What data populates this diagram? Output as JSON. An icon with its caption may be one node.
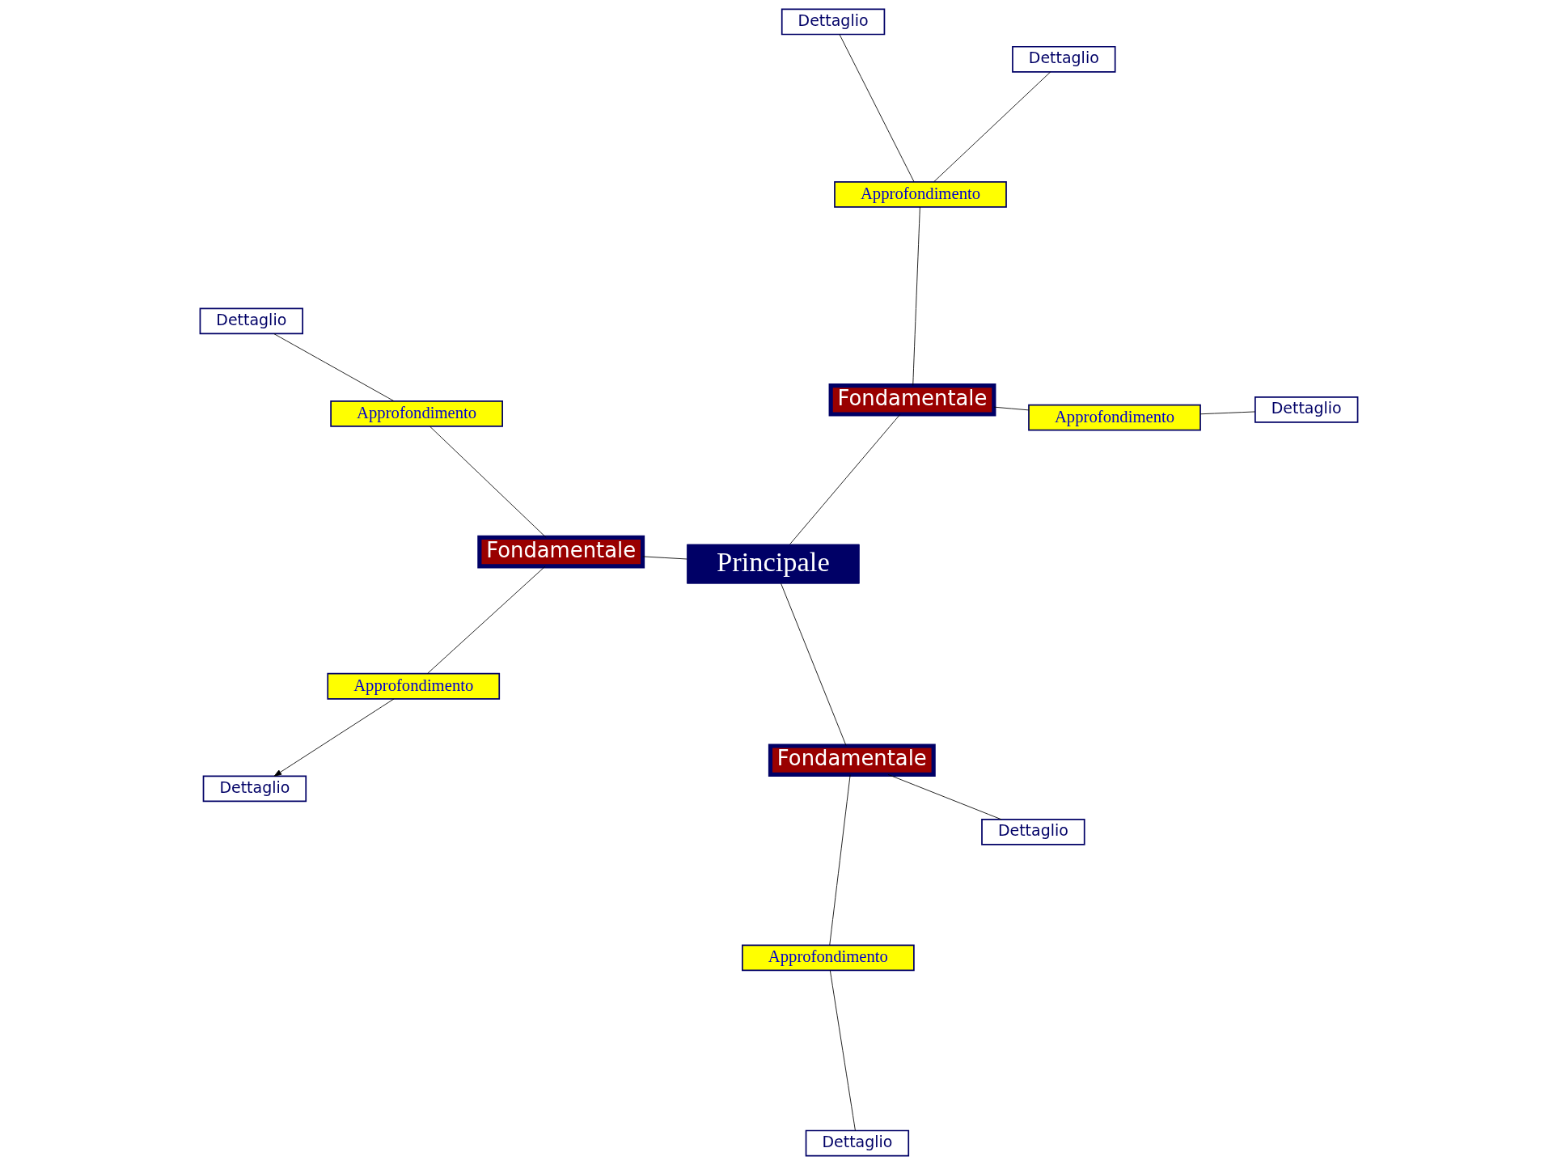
{
  "diagram": {
    "nodes": [
      {
        "text": [
          "Dettaglio"
        ]
      },
      {
        "text": [
          "Principale"
        ]
      },
      {
        "text": [
          "Dettaglio"
        ]
      },
      {
        "text": [
          "Approfondimento"
        ]
      },
      {
        "text": [
          "Fondamentale"
        ]
      },
      {
        "text": [
          "Fondamentale"
        ]
      },
      {
        "text": [
          "Approfondimento"
        ]
      },
      {
        "text": [
          "Approfondimento"
        ]
      },
      {
        "text": [
          "Fondamentale"
        ]
      },
      {
        "text": [
          "Dettaglio"
        ]
      },
      {
        "text": [
          "Dettaglio"
        ]
      },
      {
        "text": [
          "Approfondimento"
        ]
      },
      {
        "text": [
          "Approfondimento"
        ]
      },
      {
        "text": [
          "Dettaglio"
        ]
      },
      {
        "text": [
          "Dettaglio"
        ]
      },
      {
        "text": [
          "Dettaglio"
        ]
      }
    ],
    "edges": [
      {
        "from": 0,
        "to": 3,
        "arrow": "none"
      },
      {
        "from": 3,
        "to": 5,
        "arrow": "none"
      },
      {
        "from": 1,
        "to": 5,
        "arrow": "none"
      },
      {
        "from": 1,
        "to": 8,
        "arrow": "none"
      },
      {
        "from": 1,
        "to": 4,
        "arrow": "none"
      },
      {
        "from": 2,
        "to": 4,
        "arrow": "none"
      },
      {
        "from": 4,
        "to": 6,
        "arrow": "none"
      },
      {
        "from": 6,
        "to": 9,
        "arrow": "none"
      },
      {
        "from": 5,
        "to": 7,
        "arrow": "none"
      },
      {
        "from": 7,
        "to": 10,
        "arrow": "to"
      },
      {
        "from": 8,
        "to": 12,
        "arrow": "none"
      },
      {
        "from": 8,
        "to": 11,
        "arrow": "none"
      },
      {
        "from": 11,
        "to": 13,
        "arrow": "none"
      },
      {
        "from": 11,
        "to": 14,
        "arrow": "none"
      },
      {
        "from": 12,
        "to": 15,
        "arrow": "none"
      }
    ]
  }
}
